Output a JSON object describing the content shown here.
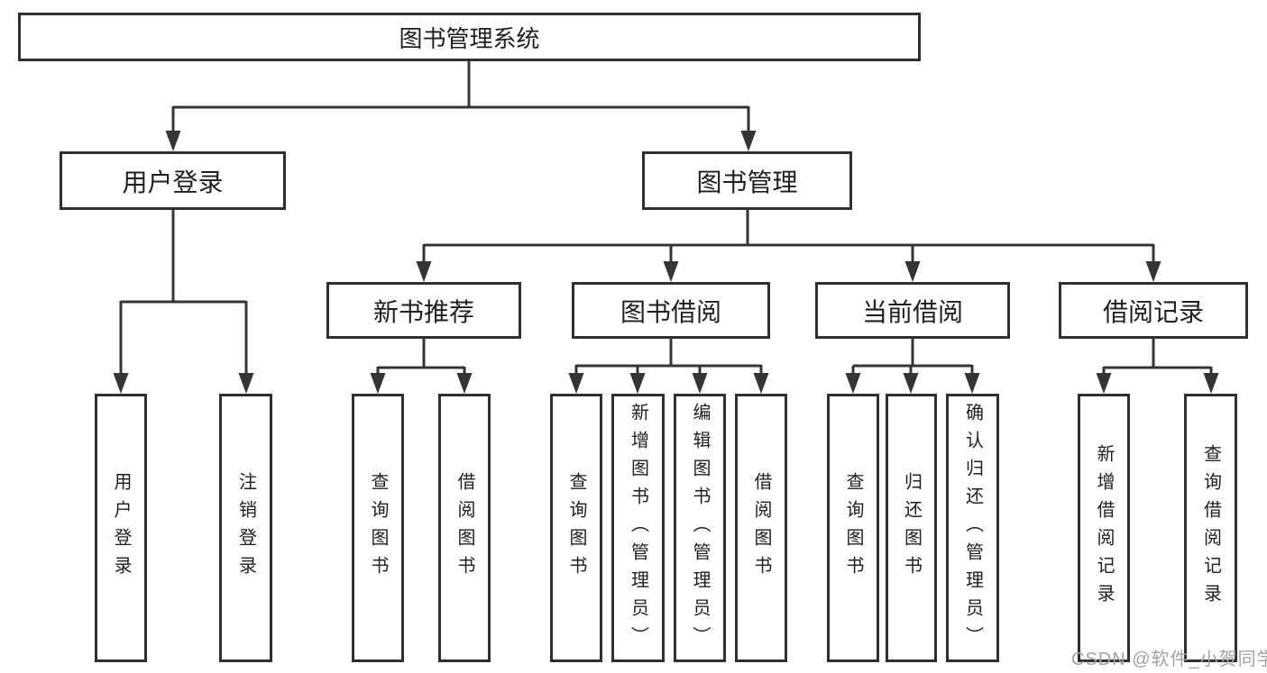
{
  "diagram_title": "图书管理系统",
  "nodes": {
    "root": "图书管理系统",
    "user_login": "用户登录",
    "book_mgmt": "图书管理",
    "new_book_rec": "新书推荐",
    "book_borrow": "图书借阅",
    "current_borrow": "当前借阅",
    "borrow_record": "借阅记录",
    "ul_login": "用户登录",
    "ul_logout": "注销登录",
    "nb_query": "查询图书",
    "nb_borrow": "借阅图书",
    "bb_query": "查询图书",
    "bb_add": "新增图书（管理员）",
    "bb_edit": "编辑图书（管理员）",
    "bb_borrow": "借阅图书",
    "cb_query": "查询图书",
    "cb_return": "归还图书",
    "cb_confirm": "确认归还（管理员）",
    "br_add": "新增借阅记录",
    "br_query": "查询借阅记录"
  },
  "hierarchy": {
    "图书管理系统": {
      "用户登录": [
        "用户登录",
        "注销登录"
      ],
      "图书管理": {
        "新书推荐": [
          "查询图书",
          "借阅图书"
        ],
        "图书借阅": [
          "查询图书",
          "新增图书（管理员）",
          "编辑图书（管理员）",
          "借阅图书"
        ],
        "当前借阅": [
          "查询图书",
          "归还图书",
          "确认归还（管理员）"
        ],
        "借阅记录": [
          "新增借阅记录",
          "查询借阅记录"
        ]
      }
    }
  },
  "watermark": "CSDN @软件_小贺同学",
  "colors": {
    "line": "#343434",
    "box_border": "#2f2f2f",
    "text": "#1f1f1f",
    "watermark": "#a3a3a3",
    "background": "#ffffff"
  }
}
